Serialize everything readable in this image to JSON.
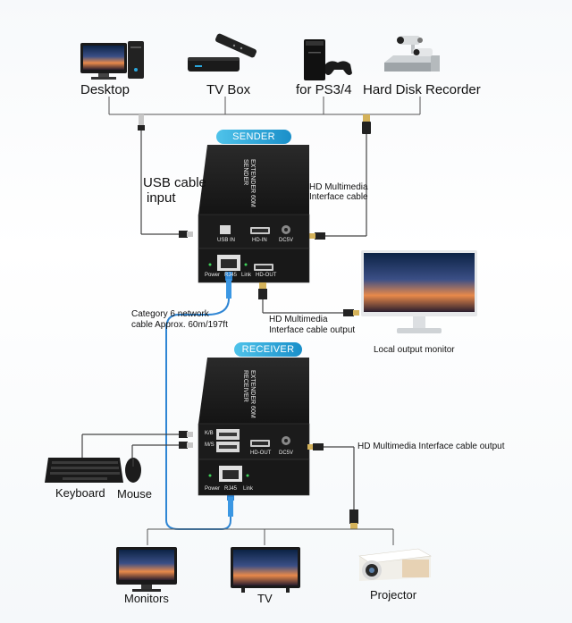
{
  "sources": {
    "desktop": "Desktop",
    "tv_box": "TV Box",
    "ps": "for PS3/4",
    "hdr": "Hard Disk Recorder"
  },
  "sender": {
    "badge": "SENDER",
    "device_name": "EXTENDER 60M",
    "device_sub": "SENDER",
    "ports_top": [
      "USB IN",
      "HD-IN",
      "DC5V"
    ],
    "ports_bottom": [
      "Power",
      "RJ45",
      "Link",
      "HD-OUT"
    ]
  },
  "receiver": {
    "badge": "RECEIVER",
    "device_name": "EXTENDER 60M",
    "device_sub": "RECEIVER",
    "ports_top": [
      "K/B",
      "M/S",
      "HD-OUT",
      "DC5V"
    ],
    "ports_bottom": [
      "Power",
      "RJ45",
      "Link"
    ]
  },
  "labels": {
    "usb_cable": "USB cable",
    "usb_input": "input",
    "hd_cable_1": "HD Multimedia",
    "hd_cable_2": "Interface cable",
    "cat6_1": "Category 6 network",
    "cat6_2": "cable Approx. 60m/197ft",
    "hd_out_1": "HD Multimedia",
    "hd_out_2": "Interface cable output",
    "local_monitor": "Local output monitor",
    "hd_out_receiver": "HD Multimedia Interface cable output"
  },
  "peripherals": {
    "keyboard": "Keyboard",
    "mouse": "Mouse"
  },
  "outputs": {
    "monitors": "Monitors",
    "tv": "TV",
    "projector": "Projector"
  },
  "colors": {
    "badge": "#2aa7dd",
    "device": "#1c1c1c",
    "network_cable": "#2f86d4",
    "cable": "#333333"
  }
}
